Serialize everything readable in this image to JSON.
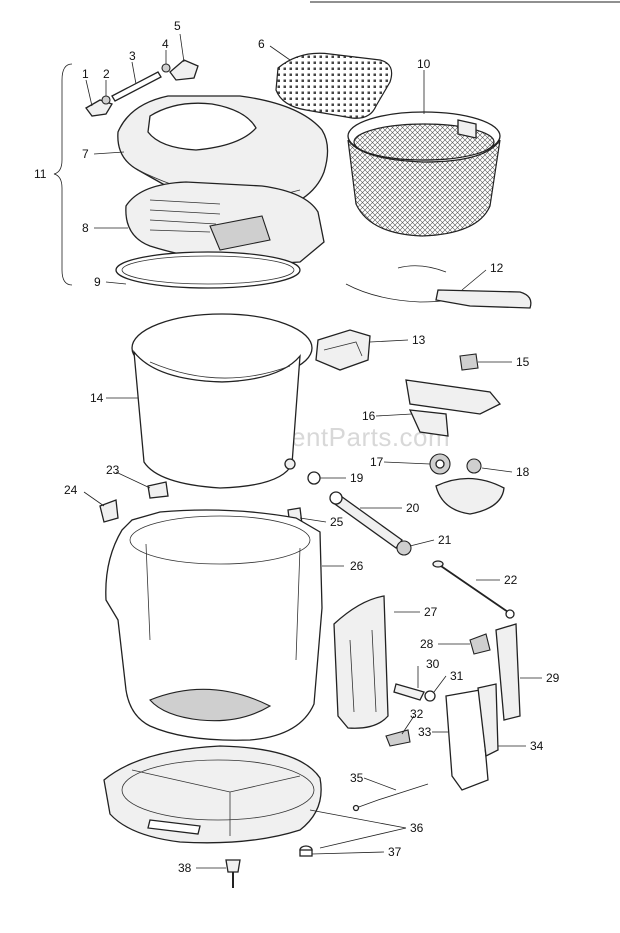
{
  "watermark": "eReplacementParts.com",
  "callouts": [
    "1",
    "2",
    "3",
    "4",
    "5",
    "6",
    "7",
    "8",
    "9",
    "10",
    "11",
    "12",
    "13",
    "14",
    "15",
    "16",
    "17",
    "18",
    "19",
    "20",
    "21",
    "22",
    "23",
    "24",
    "25",
    "26",
    "27",
    "28",
    "29",
    "30",
    "31",
    "32",
    "33",
    "34",
    "35",
    "36",
    "37",
    "38"
  ]
}
